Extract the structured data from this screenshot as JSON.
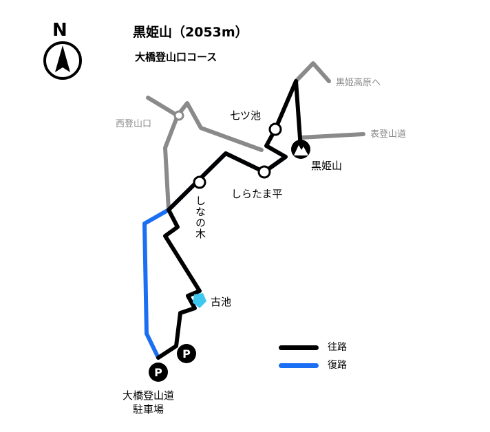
{
  "title": "黒姫山（2053m）",
  "subtitle": "大橋登山口コース",
  "compass": {
    "label": "N"
  },
  "places": {
    "kurohime_kogen": "黒姫高原へ",
    "nishi_tozanguchi": "西登山口",
    "nanatsu_ike": "七ツ池",
    "omote_tozando": "表登山道",
    "kurohimeyama": "黒姫山",
    "shiratamadaira": "しらたま平",
    "shinanoki": "しなの木",
    "furuike": "古池",
    "parking": "大橋登山道\n駐車場",
    "parking_line1": "大橋登山道",
    "parking_line2": "駐車場"
  },
  "legend": [
    {
      "label": "往路",
      "color": "#000000"
    },
    {
      "label": "復路",
      "color": "#1a6ff2"
    }
  ],
  "colors": {
    "outbound": "#000000",
    "return": "#1a6ff2",
    "other_trail": "#8a8a8a",
    "pond": "#3ec8f0"
  }
}
